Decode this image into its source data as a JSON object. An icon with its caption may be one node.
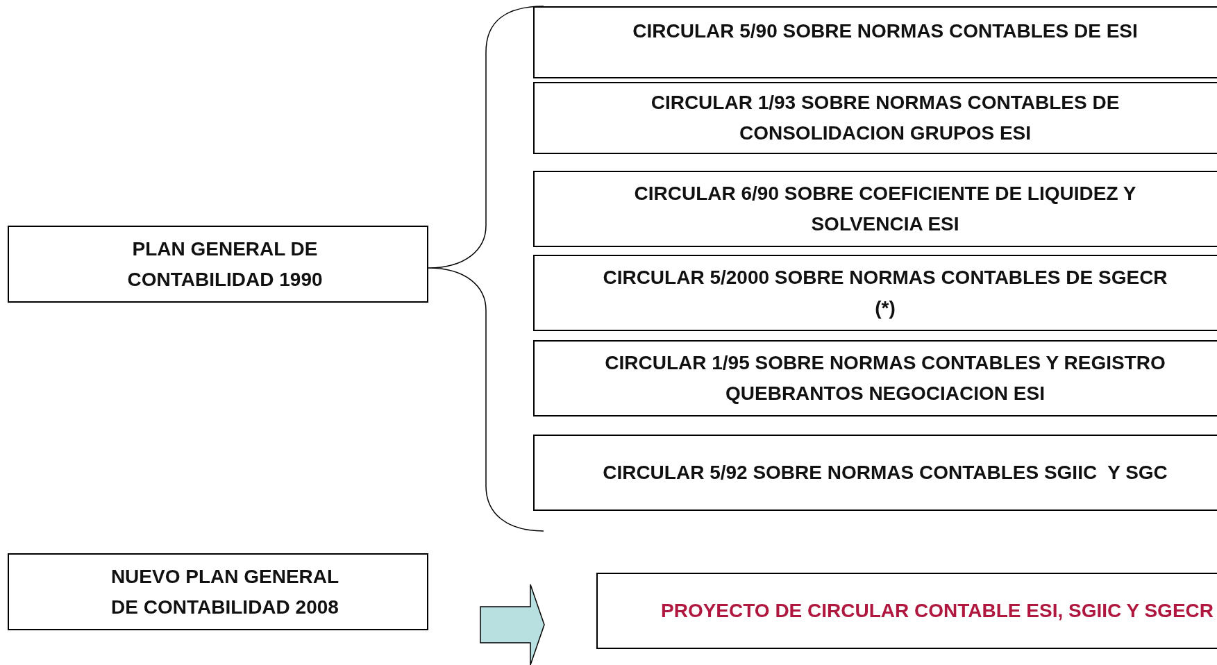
{
  "diagram": {
    "nodes": [
      {
        "text": [
          "PLAN GENERAL DE CONTABILIDAD 1990"
        ]
      },
      {
        "text": [
          "NUEVO PLAN GENERAL DE CONTABILIDAD 2008"
        ]
      },
      {
        "text": [
          "CIRCULAR 5/90 SOBRE NORMAS CONTABLES DE ESI"
        ]
      },
      {
        "text": [
          "CIRCULAR 1/93 SOBRE NORMAS CONTABLES DE CONSOLIDACION GRUPOS ESI"
        ]
      },
      {
        "text": [
          "CIRCULAR 6/90 SOBRE COEFICIENTE DE LIQUIDEZ Y SOLVENCIA ESI"
        ]
      },
      {
        "text": [
          "CIRCULAR 5/2000 SOBRE NORMAS CONTABLES DE SGECR (*)"
        ]
      },
      {
        "text": [
          "CIRCULAR 1/95 SOBRE NORMAS CONTABLES Y REGISTRO QUEBRANTOS NEGOCIACION ESI"
        ]
      },
      {
        "text": [
          "CIRCULAR 5/92 SOBRE NORMAS CONTABLES SGIIC  Y SGC"
        ]
      },
      {
        "text": [
          "PROYECTO DE CIRCULAR CONTABLE ESI, SGIIC Y SGECR"
        ]
      }
    ],
    "edges": [
      {
        "from": 1,
        "to": 8,
        "arrow": "to",
        "style": "thick",
        "color": "#b9e0e0"
      }
    ]
  }
}
